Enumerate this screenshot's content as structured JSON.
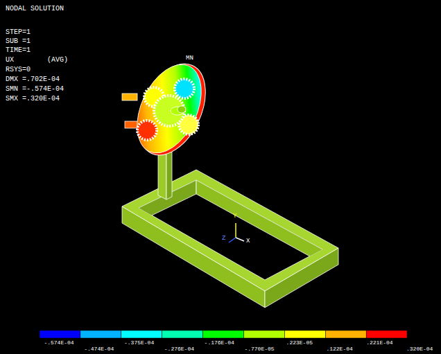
{
  "diagram": {
    "labels": [
      "NODAL SOLUTION",
      "STEP=1",
      "SUB =1",
      "TIME=1",
      "UX        (AVG)",
      "RSYS=0",
      "DMX =.702E-04",
      "SMN =-.574E-04",
      "SMX =.320E-04",
      "MN",
      "Y",
      "Z",
      "X",
      "-.574E-04",
      "-.474E-04",
      "-.375E-04",
      "-.276E-04",
      "-.176E-04",
      "-.770E-05",
      ".223E-05",
      ".122E-04",
      ".221E-04",
      ".320E-04"
    ]
  }
}
